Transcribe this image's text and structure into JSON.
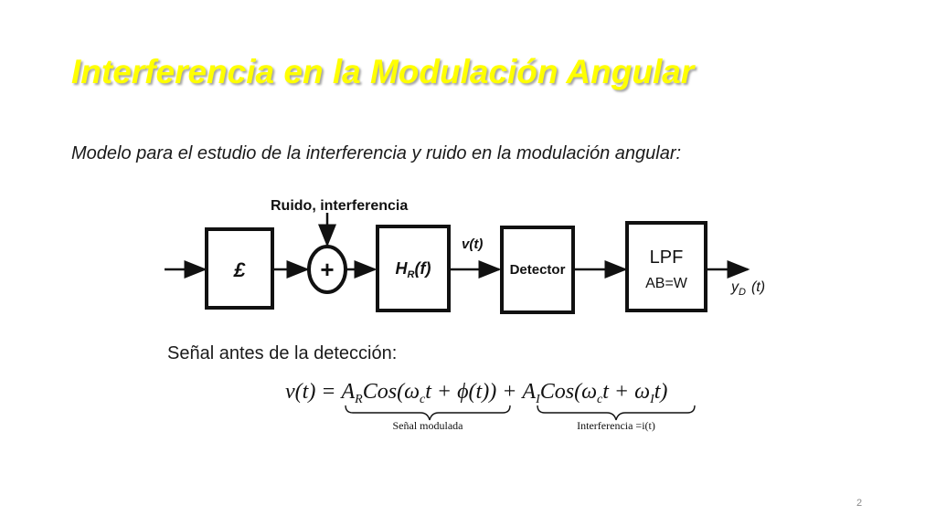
{
  "slide": {
    "title": "Interferencia en la Modulación Angular",
    "subtitle": "Modelo para el estudio de la interferencia  y ruido en la modulación angular:",
    "before_detection": "Señal antes de la detección:",
    "page_number": "2"
  },
  "diagram": {
    "noise_label": "Ruido, interferencia",
    "source_symbol": "£",
    "sum_symbol": "+",
    "filter_label": "H",
    "filter_sub": "R",
    "filter_arg": "(f)",
    "signal_label": "v(t)",
    "detector_label": "Detector",
    "lpf_label": "LPF",
    "lpf_bandwidth": "AB=W",
    "output_label": "y",
    "output_sub": "D",
    "output_arg": "(t)"
  },
  "equation": {
    "lhs": "ν(t) = ",
    "term1_a": "A",
    "term1_sub": "R",
    "term1_body": "Cos(ω",
    "term1_c": "c",
    "term1_end": "t + ϕ(t))",
    "plus": " + ",
    "term2_a": "A",
    "term2_sub": "I",
    "term2_body": "Cos(ω",
    "term2_c": "c",
    "term2_mid": "t + ω",
    "term2_i": "I",
    "term2_end": "t)",
    "brace1_label": "Señal modulada",
    "brace2_label": "Interferencia =i(t)"
  }
}
